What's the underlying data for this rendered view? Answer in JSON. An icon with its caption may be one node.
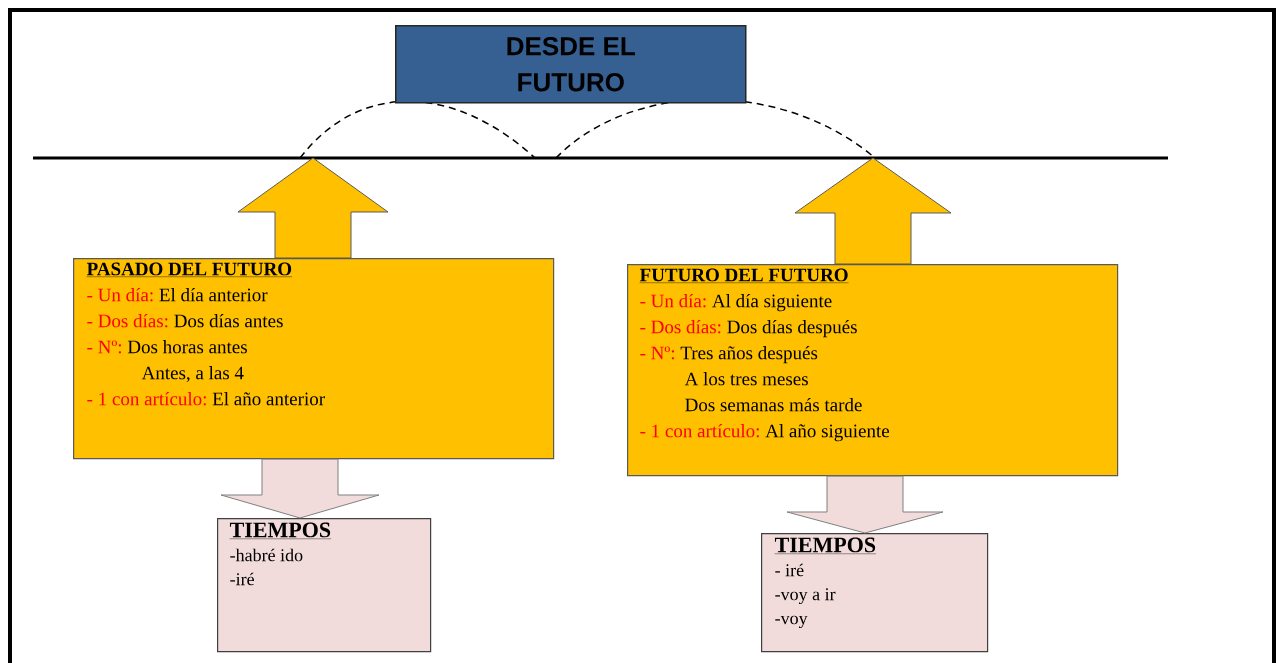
{
  "diagram": {
    "nodes": [
      {
        "text": [
          "DESDE EL FUTURO"
        ]
      },
      {
        "text": [
          "PASADO DEL FUTURO",
          "- Un día:",
          "El día anterior",
          "- Dos días:",
          "Dos días antes",
          "- Nº:",
          "Dos horas antes",
          "Antes, a las 4",
          "- 1 con artículo:",
          "El año anterior"
        ]
      },
      {
        "text": [
          "TIEMPOS",
          "-habré ido",
          "-iré"
        ]
      },
      {
        "text": [
          "FUTURO DEL FUTURO",
          "- Un día:",
          "Al día siguiente",
          "- Dos días:",
          "Dos días después",
          "- Nº:",
          "Tres años después",
          "A los tres meses",
          "Dos semanas más tarde",
          "- 1 con artículo:",
          "Al año siguiente"
        ]
      },
      {
        "text": [
          "TIEMPOS",
          "- iré",
          "-voy a ir",
          "-voy"
        ]
      },
      {
        "text": [],
        "shape": "line"
      }
    ],
    "edges": [
      {
        "from": 1,
        "to": 5,
        "arrow": "to"
      },
      {
        "from": 3,
        "to": 5,
        "arrow": "to"
      },
      {
        "from": 1,
        "to": 2,
        "arrow": "to"
      },
      {
        "from": 3,
        "to": 4,
        "arrow": "to"
      }
    ]
  }
}
